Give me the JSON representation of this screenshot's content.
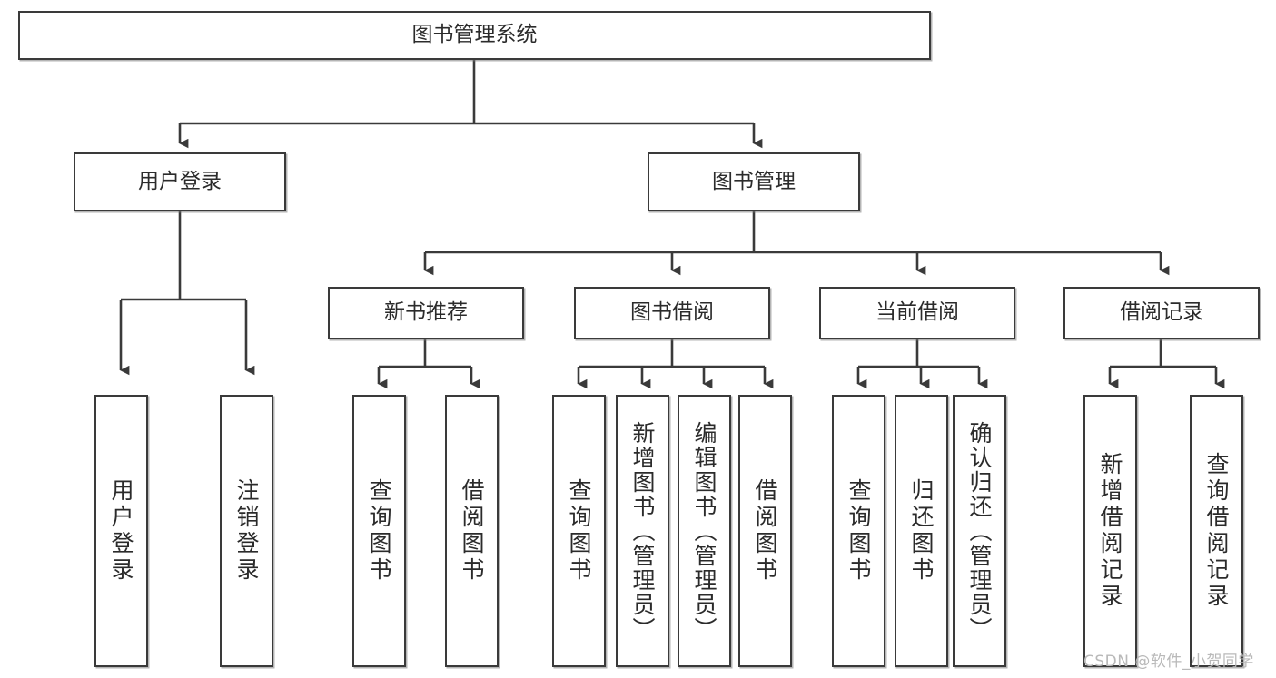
{
  "diagram": {
    "type": "tree",
    "title": "图书管理系统",
    "watermark": "CSDN @软件_小贺同学",
    "colors": {
      "box_border": "#3a3a3a",
      "box_fill": "#ffffff",
      "edge": "#3a3a3a",
      "text": "#2b2b2b",
      "watermark": "#b9b9b9"
    },
    "nodes": {
      "root": {
        "label": "图书管理系统"
      },
      "level2": [
        {
          "label": "用户登录"
        },
        {
          "label": "图书管理"
        }
      ],
      "level3": [
        {
          "label": "新书推荐"
        },
        {
          "label": "图书借阅"
        },
        {
          "label": "当前借阅"
        },
        {
          "label": "借阅记录"
        }
      ],
      "leaves": {
        "user_login": [
          {
            "label": "用户登录"
          },
          {
            "label": "注销登录"
          }
        ],
        "new_book": [
          {
            "label": "查询图书"
          },
          {
            "label": "借阅图书"
          }
        ],
        "book_borrow": [
          {
            "label": "查询图书"
          },
          {
            "label": "新增图书（管理员）"
          },
          {
            "label": "编辑图书（管理员）"
          },
          {
            "label": "借阅图书"
          }
        ],
        "current_borrow": [
          {
            "label": "查询图书"
          },
          {
            "label": "归还图书"
          },
          {
            "label": "确认归还（管理员）"
          }
        ],
        "borrow_record": [
          {
            "label": "新增借阅记录"
          },
          {
            "label": "查询借阅记录"
          }
        ]
      }
    }
  }
}
